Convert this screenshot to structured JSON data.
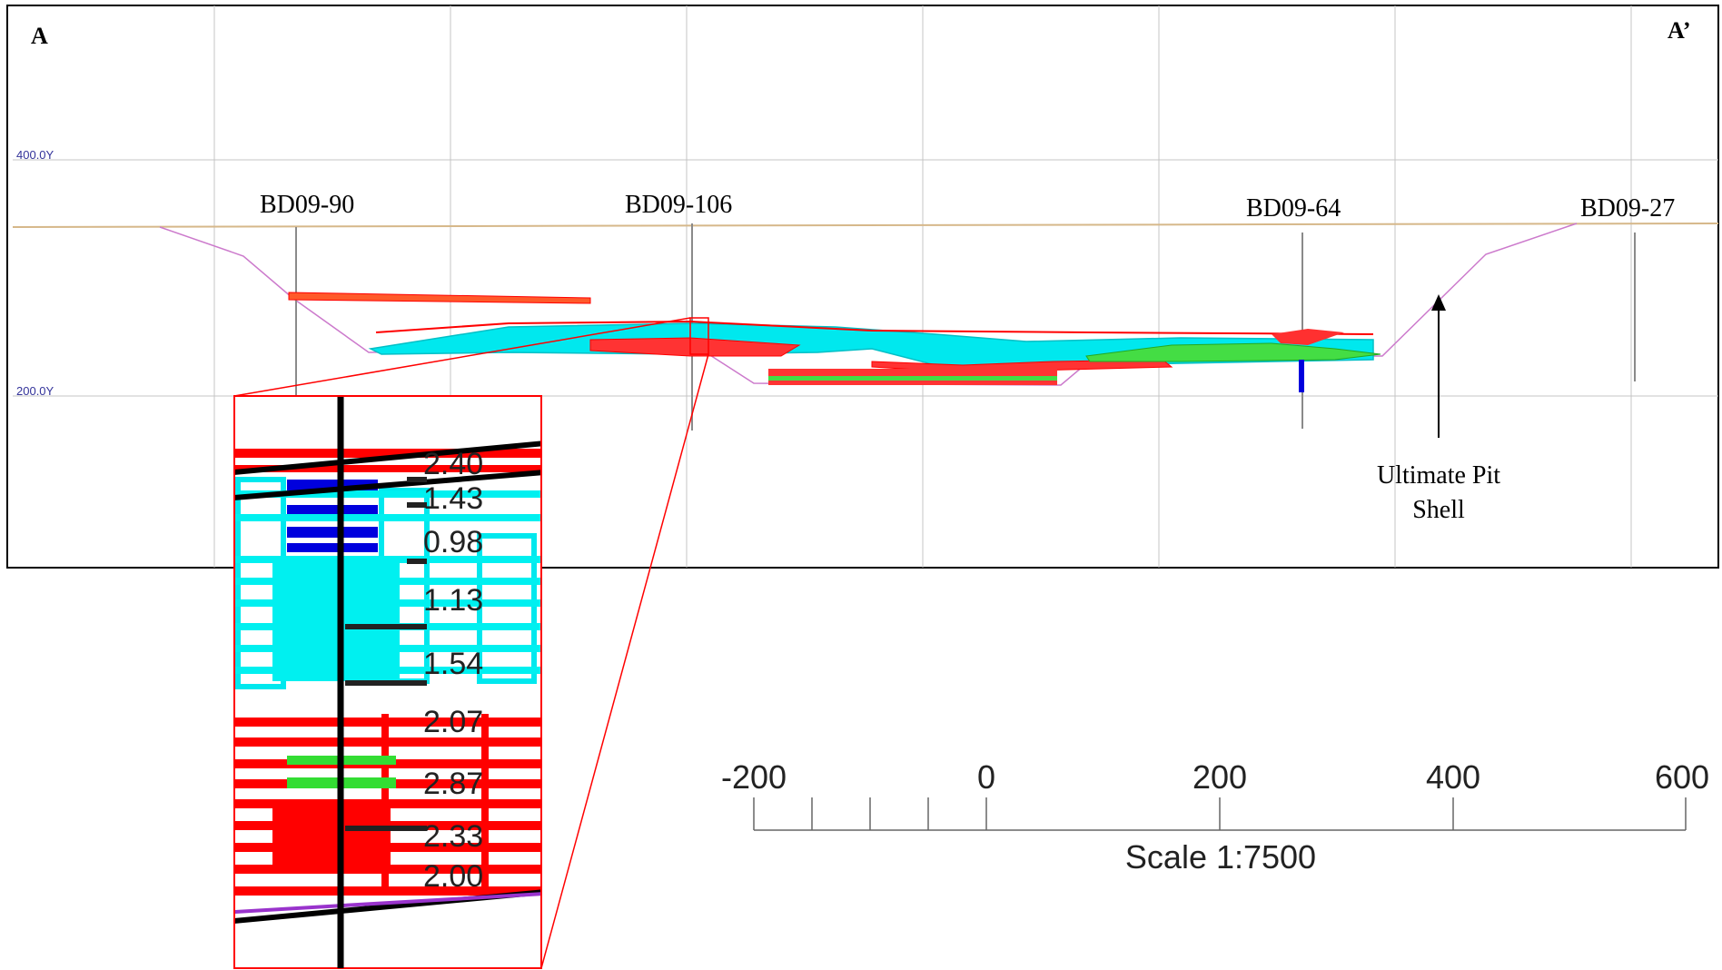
{
  "section": {
    "start_label": "A",
    "end_label": "A’",
    "elevation_labels": [
      "400.0Y",
      "200.0Y"
    ],
    "pit_label": [
      "Ultimate Pit",
      "Shell"
    ]
  },
  "drillholes": [
    {
      "name": "BD09-90"
    },
    {
      "name": "BD09-106"
    },
    {
      "name": "BD09-64"
    },
    {
      "name": "BD09-27"
    }
  ],
  "inset": {
    "grades": [
      "2.40",
      "1.43",
      "0.98",
      "1.13",
      "1.54",
      "2.07",
      "2.87",
      "2.33",
      "2.00"
    ]
  },
  "scale_bar": {
    "ticks": [
      "-200",
      "0",
      "200",
      "400",
      "600"
    ],
    "caption": "Scale 1:7500"
  },
  "colors": {
    "frame": "#000000",
    "grid": "#bdbdbd",
    "elevation_text": "#33339a",
    "topography": "#d6b88a",
    "pit_shell": "#cc7acc",
    "cyan_zone": "#00ffff",
    "red_zone": "#ff0000",
    "green_zone": "#00e000",
    "blue_zone": "#0000dd",
    "purple_line": "#9933cc"
  }
}
